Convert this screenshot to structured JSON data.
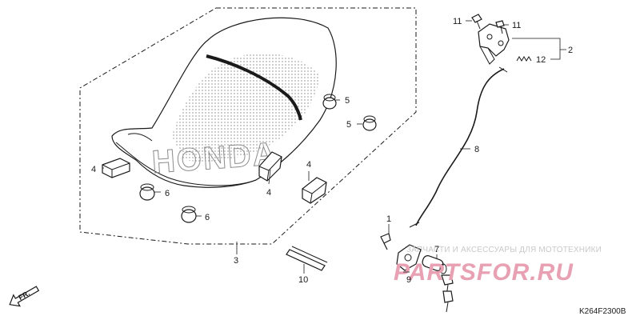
{
  "diagram": {
    "callouts": {
      "c1": "1",
      "c2": "2",
      "c3": "3",
      "c4a": "4",
      "c4b": "4",
      "c4c": "4",
      "c5a": "5",
      "c5b": "5",
      "c6a": "6",
      "c6b": "6",
      "c7": "7",
      "c8": "8",
      "c9": "9",
      "c10": "10",
      "c11a": "11",
      "c11b": "11",
      "c12": "12"
    },
    "seat_emblem": "HONDA",
    "direction_marker": "FR.",
    "reference_code": "K264F2300B"
  },
  "watermark": {
    "caption": "ЗАПЧАСТИ И АКСЕССУАРЫ ДЛЯ МОТОТЕХНИКИ",
    "logo": "PARTSFOR.RU"
  },
  "colors": {
    "line": "#1a1a1a",
    "watermark_text": "#c9c9c9",
    "watermark_logo": "#e8a0b3",
    "seat_fill": "#ffffff"
  }
}
